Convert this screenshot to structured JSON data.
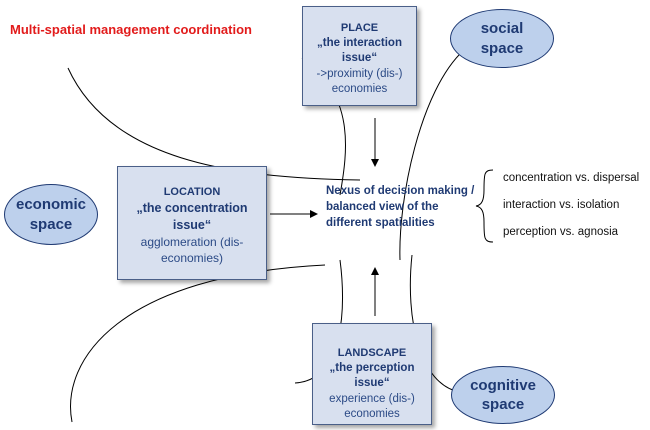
{
  "title": "Multi-spatial management coordination",
  "boxes": {
    "place": {
      "head": "PLACE",
      "issue": "„the interaction issue“",
      "desc_1": "->proximity (dis-)",
      "desc_2": "economies"
    },
    "location": {
      "head": "LOCATION",
      "issue": "„the concentration issue“",
      "desc_1": "agglomeration (dis-",
      "desc_2": "economies)"
    },
    "landscape": {
      "head": "LANDSCAPE",
      "issue": "„the perception issue“",
      "desc_1": "experience (dis-)",
      "desc_2": "economies"
    }
  },
  "spaces": {
    "social": {
      "line_1": "social",
      "line_2": "space"
    },
    "economic": {
      "line_1": "economic",
      "line_2": "space"
    },
    "cognitive": {
      "line_1": "cognitive",
      "line_2": "space"
    }
  },
  "nexus": {
    "line_1": "Nexus of decision making /",
    "line_2": "balanced view of the",
    "line_3": "different spatialities"
  },
  "contrasts": [
    "concentration vs. dispersal",
    "interaction vs. isolation",
    "perception vs. agnosia"
  ],
  "colors": {
    "title": "#e21b1b",
    "accent": "#1f3a73",
    "box_fill": "#d8e0ef",
    "ellipse_fill": "#bdd0ec"
  }
}
